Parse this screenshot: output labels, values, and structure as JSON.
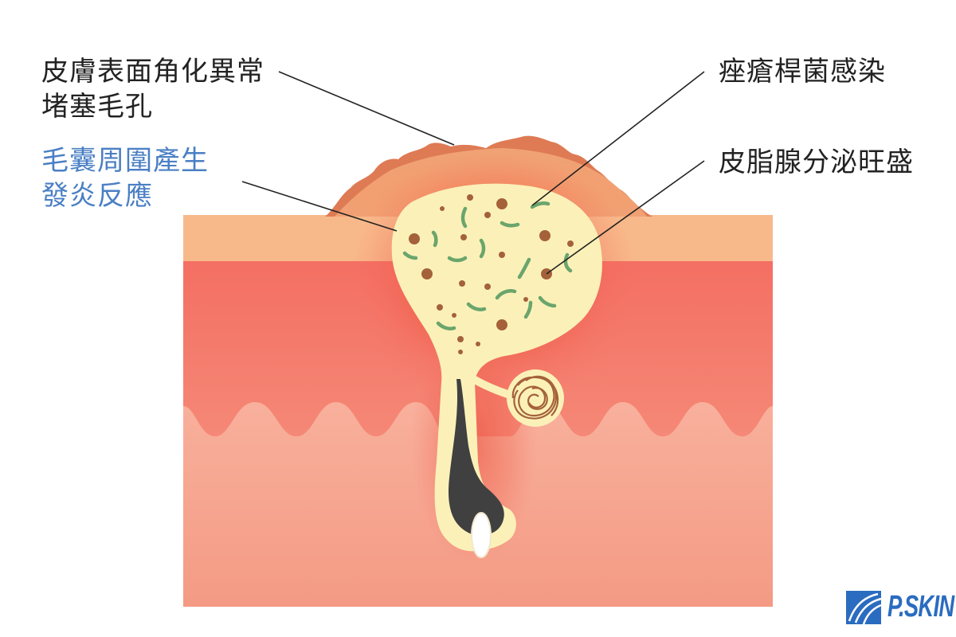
{
  "labels": {
    "keratin": [
      "皮膚表面角化異常",
      "堵塞毛孔"
    ],
    "inflammation": [
      "毛囊周圍產生",
      "發炎反應"
    ],
    "bacteria": "痤瘡桿菌感染",
    "sebaceous": "皮脂腺分泌旺盛"
  },
  "logo": {
    "text": "P.SKIN"
  },
  "colors": {
    "accent_label": "#4a7fc4",
    "label_text": "#222222",
    "epidermis": "#f8b98a",
    "dermis_top": "#f46f63",
    "dermis_bottom": "#f7a88f",
    "bump": "#de7b54",
    "sebum": "#fbf1b8",
    "bacteria": "#6aa56c",
    "sebum_dots": "#a4613a",
    "hair": "#404040",
    "logo": "#2a6cc0"
  },
  "icons": [
    "logo-mark-icon",
    "bacteria-icon",
    "sebum-dot-icon",
    "hair-shaft-icon",
    "sebaceous-gland-icon"
  ]
}
